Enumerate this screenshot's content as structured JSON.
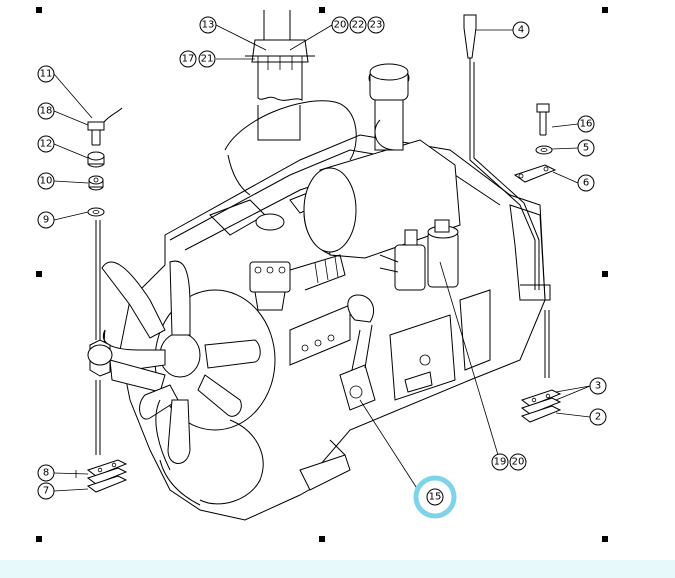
{
  "diagram": {
    "callouts": [
      {
        "label": "13"
      },
      {
        "label": "20"
      },
      {
        "label": "22"
      },
      {
        "label": "23"
      },
      {
        "label": "17"
      },
      {
        "label": "21"
      },
      {
        "label": "4"
      },
      {
        "label": "11"
      },
      {
        "label": "18"
      },
      {
        "label": "12"
      },
      {
        "label": "10"
      },
      {
        "label": "9"
      },
      {
        "label": "16"
      },
      {
        "label": "5"
      },
      {
        "label": "6"
      },
      {
        "label": "3"
      },
      {
        "label": "2"
      },
      {
        "label": "19"
      },
      {
        "label": "20"
      },
      {
        "label": "8"
      },
      {
        "label": "7"
      },
      {
        "label": "15"
      }
    ],
    "highlighted_callout": "15",
    "highlight_color": "#7fd3e8"
  }
}
